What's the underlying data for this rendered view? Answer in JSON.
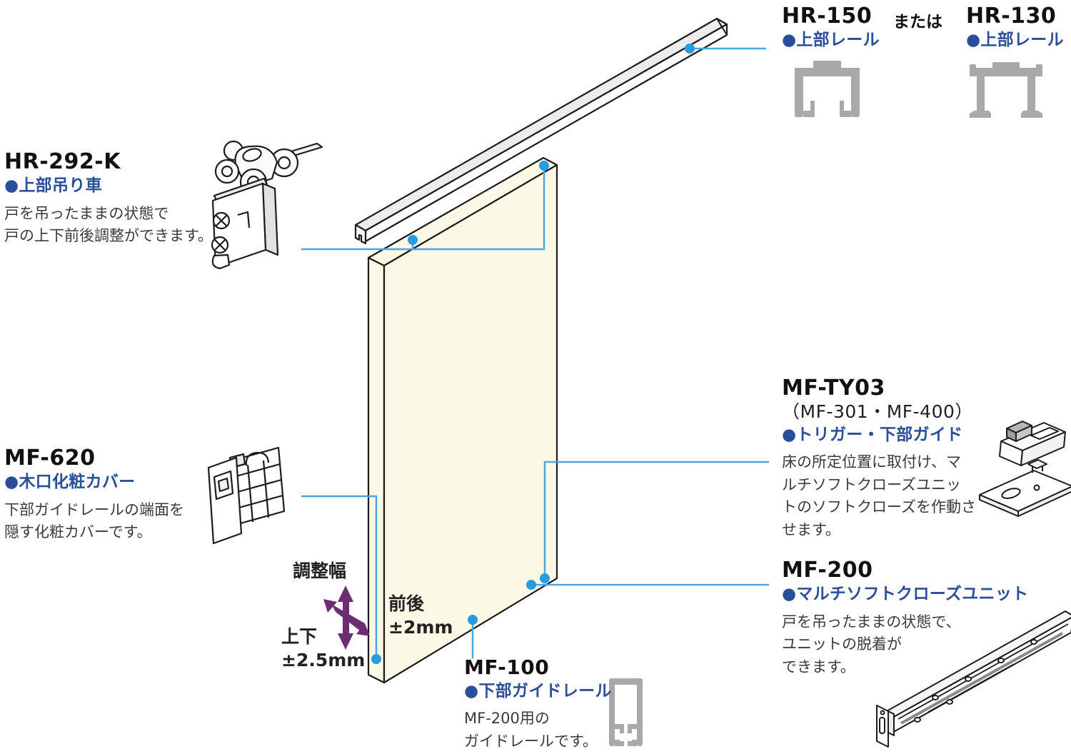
{
  "parts": {
    "hr150": {
      "code": "HR-150",
      "name": "●上部レール"
    },
    "or_label": "または",
    "hr130": {
      "code": "HR-130",
      "name": "●上部レール"
    },
    "hr292k": {
      "code": "HR-292-K",
      "name": "●上部吊り車",
      "desc": [
        "戸を吊ったままの状態で",
        "戸の上下前後調整ができます。"
      ]
    },
    "mf620": {
      "code": "MF-620",
      "name": "●木口化粧カバー",
      "desc": [
        "下部ガイドレールの端面を",
        "隠す化粧カバーです。"
      ]
    },
    "mfty03": {
      "code": "MF-TY03",
      "sub": "（MF-301・MF-400）",
      "name": "●トリガー・下部ガイド",
      "desc": [
        "床の所定位置に取付け、マ",
        "ルチソフトクローズユニッ",
        "トのソフトクローズを作動さ",
        "せます。"
      ]
    },
    "mf200": {
      "code": "MF-200",
      "name": "●マルチソフトクローズユニット",
      "desc": [
        "戸を吊ったままの状態で、",
        "ユニットの脱着が",
        "できます。"
      ]
    },
    "mf100": {
      "code": "MF-100",
      "name": "●下部ガイドレール",
      "desc": [
        "MF-200用の",
        "ガイドレールです。"
      ]
    },
    "adjustment": {
      "title": "調整幅",
      "updown_label": "上下",
      "updown_value": "±2.5mm",
      "frontback_label": "前後",
      "frontback_value": "±2mm"
    }
  },
  "colors": {
    "accent_blue": "#2b4e9b",
    "callout_line_blue": "#4ba6e4",
    "callout_dot_blue": "#2a9be0",
    "arrow_purple": "#6d2d72",
    "door_fill": "#fbf8e6",
    "profile_gray": "#a9a9a9",
    "outline": "#1c1c1c"
  }
}
